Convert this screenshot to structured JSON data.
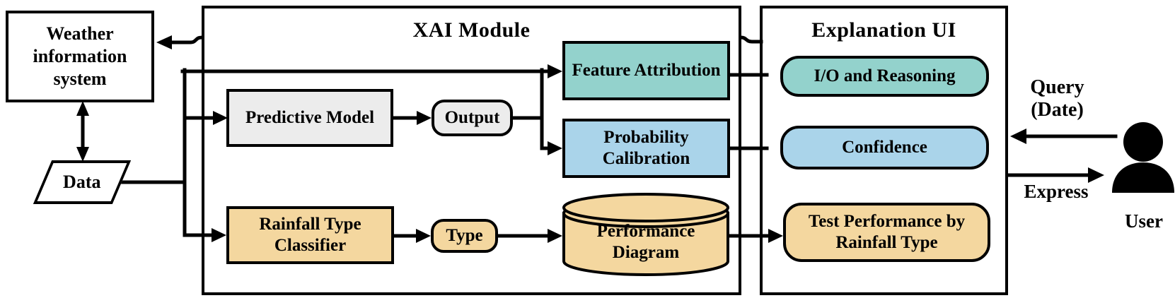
{
  "palette": {
    "teal": "#93d2cc",
    "blue": "#aad4ea",
    "tan": "#f4d79f",
    "gray": "#ececec",
    "line": "#000000",
    "background": "#ffffff"
  },
  "containers": {
    "xai": {
      "title": "XAI Module"
    },
    "explanation_ui": {
      "title": "Explanation UI"
    }
  },
  "nodes": {
    "weather": {
      "label": "Weather information system"
    },
    "data": {
      "label": "Data"
    },
    "predictive_model": {
      "label": "Predictive Model"
    },
    "output": {
      "label": "Output"
    },
    "feature_attribution": {
      "label": "Feature Attribution"
    },
    "probability_calibration": {
      "label": "Probability Calibration"
    },
    "rainfall_type_classifier": {
      "label": "Rainfall Type Classifier"
    },
    "type": {
      "label": "Type"
    },
    "performance_diagram": {
      "label": "Performance Diagram"
    },
    "io_reasoning": {
      "label": "I/O and Reasoning"
    },
    "confidence": {
      "label": "Confidence"
    },
    "test_performance": {
      "label": "Test Performance by Rainfall Type"
    }
  },
  "user_flow": {
    "query_label": "Query (Date)",
    "express_label": "Express",
    "user_label": "User"
  }
}
